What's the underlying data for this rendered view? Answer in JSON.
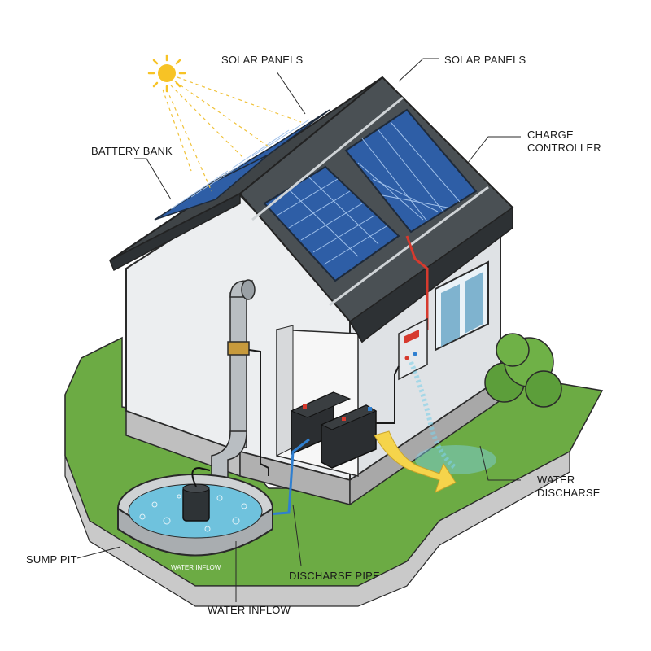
{
  "labels": {
    "solar_panels_left": "SOLAR PANELS",
    "solar_panels_right": "SOLAR PANELS",
    "battery_bank": "BATTERY BANK",
    "charge_controller_line1": "CHARGE",
    "charge_controller_line2": "CONTROLLER",
    "water_discharge_line1": "WATER",
    "water_discharge_line2": "DISCHARSE",
    "sump_pit": "SUMP PIT",
    "discharge_pipe": "DISCHARSE PIPE",
    "water_inflow": "WATER INFLOW",
    "water_inflow_on_pit": "WATER INFLOW"
  },
  "colors": {
    "sun": "#f7c325",
    "roof": "#3f4447",
    "wall": "#eceef0",
    "panel": "#2e5ea6",
    "grass": "#6cab44",
    "pipe": "#b9bec2",
    "water": "#6fc2dd",
    "wire_red": "#d63a2e",
    "wire_blue": "#2f7fd0",
    "arrow": "#f5d44b",
    "bush": "#5c9e3a"
  },
  "icons": [
    "sun-icon",
    "submersible-pump-icon",
    "battery-icon",
    "charge-controller-icon",
    "bush-icon",
    "window-icon"
  ]
}
